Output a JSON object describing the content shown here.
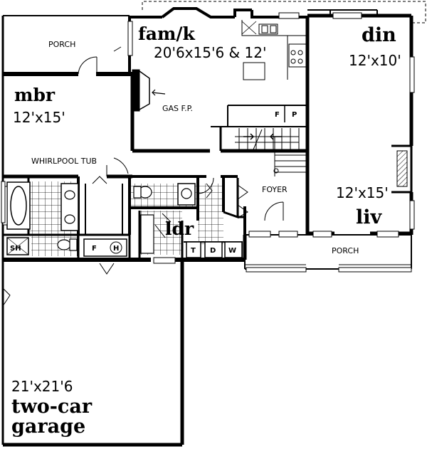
{
  "rooms": {
    "porch_top": "PORCH",
    "fam_name": "fam/k",
    "fam_dims": "20'6x15'6 & 12'",
    "din_name": "din",
    "din_dims": "12'x10'",
    "mbr_name": "mbr",
    "mbr_dims": "12'x15'",
    "gas_fp": "GAS F.P.",
    "whirlpool": "WHIRLPOOL TUB",
    "foyer": "FOYER",
    "liv_dims": "12'x15'",
    "liv_name": "liv",
    "ldr_name": "ldr",
    "porch_bottom": "PORCH",
    "garage_dims": "21'x21'6",
    "garage_line1": "two-car",
    "garage_line2": "garage"
  },
  "fixtures": {
    "sh": "SH",
    "f": "F",
    "h": "H",
    "t": "T",
    "d": "D",
    "w": "W",
    "fp_f": "F",
    "fp_p": "P"
  }
}
